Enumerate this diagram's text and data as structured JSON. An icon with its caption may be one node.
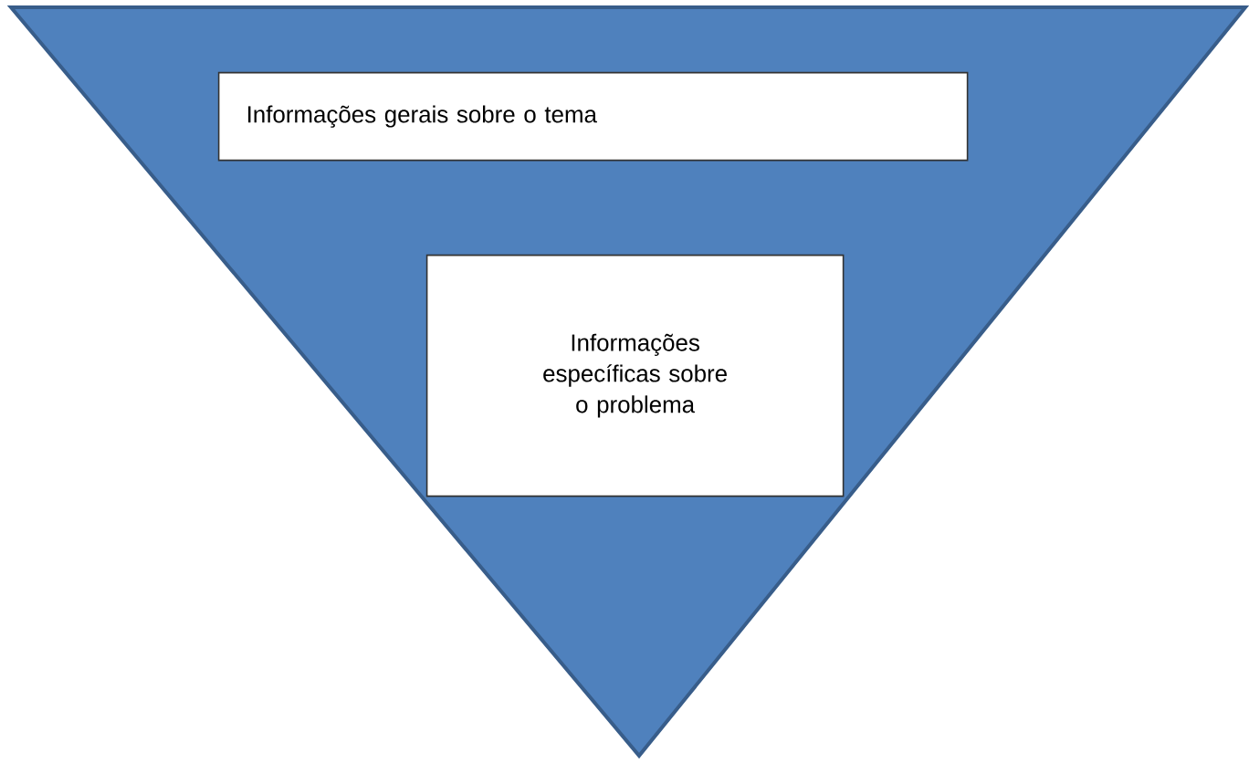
{
  "diagram": {
    "nodes": [
      {
        "text": [],
        "shape": "triangle"
      },
      {
        "text": [
          "Informações gerais sobre o tema"
        ],
        "in": 0
      },
      {
        "text": [
          "Informações específicas sobre o problema"
        ],
        "in": 0
      }
    ]
  }
}
